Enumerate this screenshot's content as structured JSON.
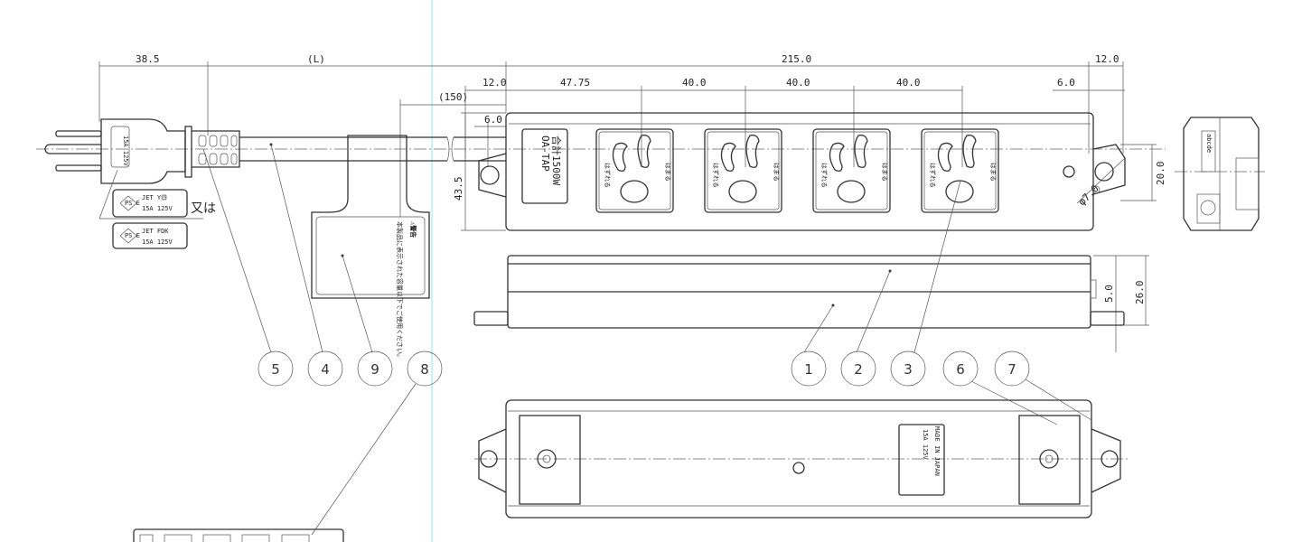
{
  "dimensions": {
    "plug_length": "38.5",
    "cord_length": "(L)",
    "body_length": "215.0",
    "right_tab": "12.0",
    "left_tab": "12.0",
    "first_outlet": "47.75",
    "pitch_1": "40.0",
    "pitch_2": "40.0",
    "pitch_3": "40.0",
    "right_hole_offset": "6.0",
    "tag_position": "(150)",
    "left_hole_offset": "6.0",
    "body_width": "43.5",
    "tab_width": "20.0",
    "hole_diameter": "φ7.0",
    "foot_height": "5.0",
    "body_height": "26.0"
  },
  "plug_labels": {
    "mark_a_top": "JET Y㊃",
    "mark_a_rating": "15A 125V",
    "or_text": "又は",
    "mark_b_top": "JET FDK",
    "mark_b_rating": "15A 125V",
    "ps_mark": "PS E"
  },
  "strip": {
    "logo": "OA-TAP",
    "capacity": "合計1500W",
    "outlet_left_text": "はずれる",
    "outlet_right_text": "はまる",
    "bottom_rating": "15A 125V",
    "bottom_origin": "MADE IN JAPAN",
    "end_code": "abcde"
  },
  "warning_tag": {
    "title": "⚠警告",
    "body": "本製品に表示された容量以下でご使用ください。"
  },
  "balloons": [
    "5",
    "4",
    "9",
    "8",
    "1",
    "2",
    "3",
    "6",
    "7"
  ]
}
